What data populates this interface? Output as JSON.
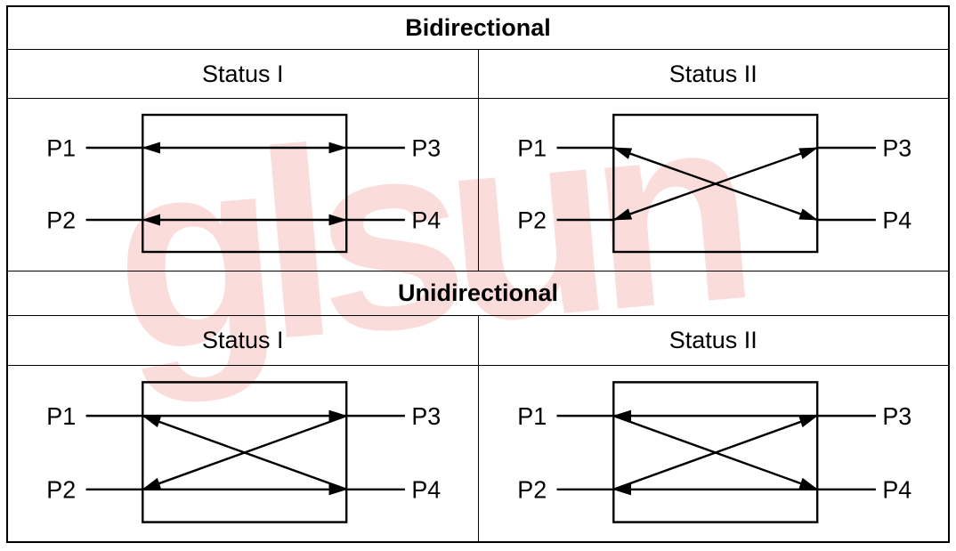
{
  "watermark": {
    "text": "glsun",
    "color": "#e6645c"
  },
  "ports_note": {
    "left": [
      "P1",
      "P2"
    ],
    "right": [
      "P3",
      "P4"
    ]
  },
  "sections": [
    {
      "title": "Bidirectional",
      "statuses": [
        {
          "label": "Status I",
          "ports": {
            "left": [
              "P1",
              "P2"
            ],
            "right": [
              "P3",
              "P4"
            ]
          },
          "connections": [
            {
              "from": "P1",
              "to": "P3",
              "arrows": "both"
            },
            {
              "from": "P2",
              "to": "P4",
              "arrows": "both"
            }
          ]
        },
        {
          "label": "Status II",
          "ports": {
            "left": [
              "P1",
              "P2"
            ],
            "right": [
              "P3",
              "P4"
            ]
          },
          "connections": [
            {
              "from": "P1",
              "to": "P4",
              "arrows": "both"
            },
            {
              "from": "P2",
              "to": "P3",
              "arrows": "both"
            }
          ]
        }
      ]
    },
    {
      "title": "Unidirectional",
      "statuses": [
        {
          "label": "Status I",
          "ports": {
            "left": [
              "P1",
              "P2"
            ],
            "right": [
              "P3",
              "P4"
            ]
          },
          "connections": [
            {
              "from": "P1",
              "to": "P3",
              "arrows": "to"
            },
            {
              "from": "P2",
              "to": "P4",
              "arrows": "to"
            },
            {
              "from": "P4",
              "to": "P1",
              "arrows": "to"
            },
            {
              "from": "P3",
              "to": "P2",
              "arrows": "to"
            }
          ]
        },
        {
          "label": "Status II",
          "ports": {
            "left": [
              "P1",
              "P2"
            ],
            "right": [
              "P3",
              "P4"
            ]
          },
          "connections": [
            {
              "from": "P3",
              "to": "P1",
              "arrows": "to"
            },
            {
              "from": "P4",
              "to": "P2",
              "arrows": "to"
            },
            {
              "from": "P2",
              "to": "P3",
              "arrows": "to"
            },
            {
              "from": "P1",
              "to": "P4",
              "arrows": "to"
            }
          ]
        }
      ]
    }
  ]
}
